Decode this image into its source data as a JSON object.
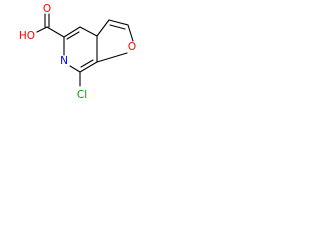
{
  "molecule": {
    "labels": {
      "oxygen_ring": "O",
      "carboxyl_oxygen_double": "O",
      "hydroxyl": "HO",
      "nitrogen": "N",
      "chlorine": "Cl"
    },
    "colors": {
      "oxygen": "#ff0000",
      "nitrogen": "#0000ff",
      "chlorine": "#00a000",
      "bond": "#000000"
    }
  }
}
